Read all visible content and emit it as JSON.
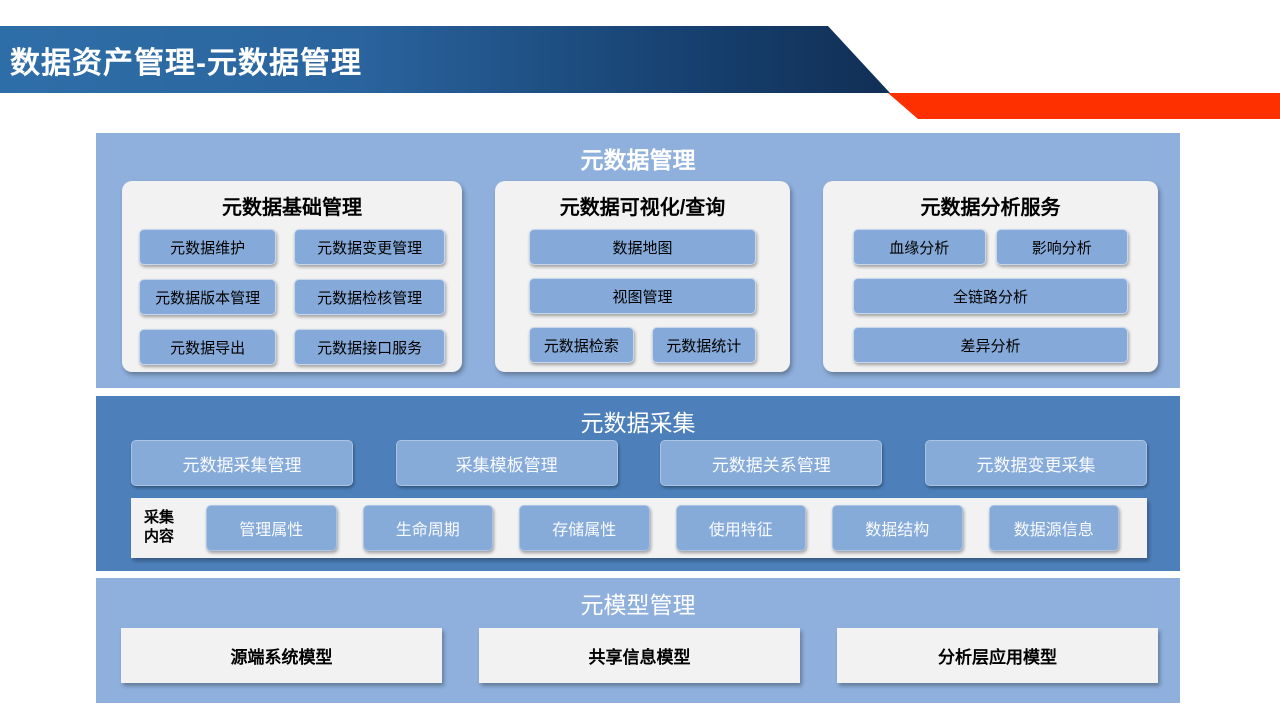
{
  "header": {
    "title": "数据资产管理-元数据管理"
  },
  "colors": {
    "header_gradient_left": "#2e6ea8",
    "header_gradient_right": "#112f55",
    "accent_red": "#fe3000",
    "section_light_blue": "#8fb0dd",
    "section_dark_blue": "#4d80bb",
    "panel_gray": "#f2f2f2",
    "node_blue": "#85aad9",
    "node_blue_light": "#87abd9"
  },
  "metadata_management": {
    "title": "元数据管理",
    "basic": {
      "title": "元数据基础管理",
      "buttons": [
        "元数据维护",
        "元数据变更管理",
        "元数据版本管理",
        "元数据检核管理",
        "元数据导出",
        "元数据接口服务"
      ]
    },
    "visual": {
      "title": "元数据可视化/查询",
      "buttons": [
        "数据地图",
        "视图管理",
        "元数据检索",
        "元数据统计"
      ]
    },
    "analysis": {
      "title": "元数据分析服务",
      "buttons": [
        "血缘分析",
        "影响分析",
        "全链路分析",
        "差异分析"
      ]
    }
  },
  "metadata_collection": {
    "title": "元数据采集",
    "managers": [
      "元数据采集管理",
      "采集模板管理",
      "元数据关系管理",
      "元数据变更采集"
    ],
    "content_label_line1": "采集",
    "content_label_line2": "内容",
    "contents": [
      "管理属性",
      "生命周期",
      "存储属性",
      "使用特征",
      "数据结构",
      "数据源信息"
    ]
  },
  "metamodel_management": {
    "title": "元模型管理",
    "models": [
      "源端系统模型",
      "共享信息模型",
      "分析层应用模型"
    ]
  }
}
